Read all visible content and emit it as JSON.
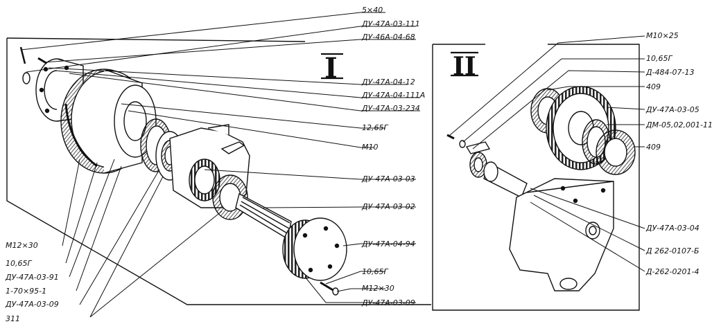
{
  "panels": [
    {
      "id": "I",
      "label": "I"
    },
    {
      "id": "II",
      "label": "II"
    }
  ],
  "labels_panel_1": [
    {
      "id": "l1_01",
      "text": "5×40"
    },
    {
      "id": "l1_02",
      "text": "ДУ-47А-03-111"
    },
    {
      "id": "l1_03",
      "text": "ДУ-46А-04-68"
    },
    {
      "id": "l1_04",
      "text": "ДУ-47А-04-12"
    },
    {
      "id": "l1_05",
      "text": "ДУ-47А-04-111А"
    },
    {
      "id": "l1_06",
      "text": "ДУ-47А-03-234"
    },
    {
      "id": "l1_07",
      "text": "12,65Г"
    },
    {
      "id": "l1_08",
      "text": "М10"
    },
    {
      "id": "l1_09",
      "text": "ДУ-47А-03-03"
    },
    {
      "id": "l1_10",
      "text": "ДУ-47А-03-02"
    },
    {
      "id": "l1_11",
      "text": "ДУ-47А-04-94"
    },
    {
      "id": "l1_12",
      "text": "10,65Г"
    },
    {
      "id": "l1_13",
      "text": "М12×30"
    },
    {
      "id": "l1_14",
      "text": "ДУ-47А-03-09"
    },
    {
      "id": "l1_15",
      "text": "М12×30"
    },
    {
      "id": "l1_16",
      "text": "10,65Г"
    },
    {
      "id": "l1_17",
      "text": "ДУ-47А-03-91"
    },
    {
      "id": "l1_18",
      "text": "1-70×95-1"
    },
    {
      "id": "l1_19",
      "text": "ДУ-47А-03-09"
    },
    {
      "id": "l1_20",
      "text": "311"
    }
  ],
  "labels_panel_2": [
    {
      "id": "l2_01",
      "text": "М10×25"
    },
    {
      "id": "l2_02",
      "text": "10,65Г"
    },
    {
      "id": "l2_03",
      "text": "Д-484-07-13"
    },
    {
      "id": "l2_04",
      "text": "409"
    },
    {
      "id": "l2_05",
      "text": "ДУ-47А-03-05"
    },
    {
      "id": "l2_06",
      "text": "ДМ-05,02,001-11"
    },
    {
      "id": "l2_07",
      "text": "409"
    },
    {
      "id": "l2_08",
      "text": "ДУ-47А-03-04"
    },
    {
      "id": "l2_09",
      "text": "Д 262-0107-Б"
    },
    {
      "id": "l2_10",
      "text": "Д-262-0201-4"
    }
  ]
}
